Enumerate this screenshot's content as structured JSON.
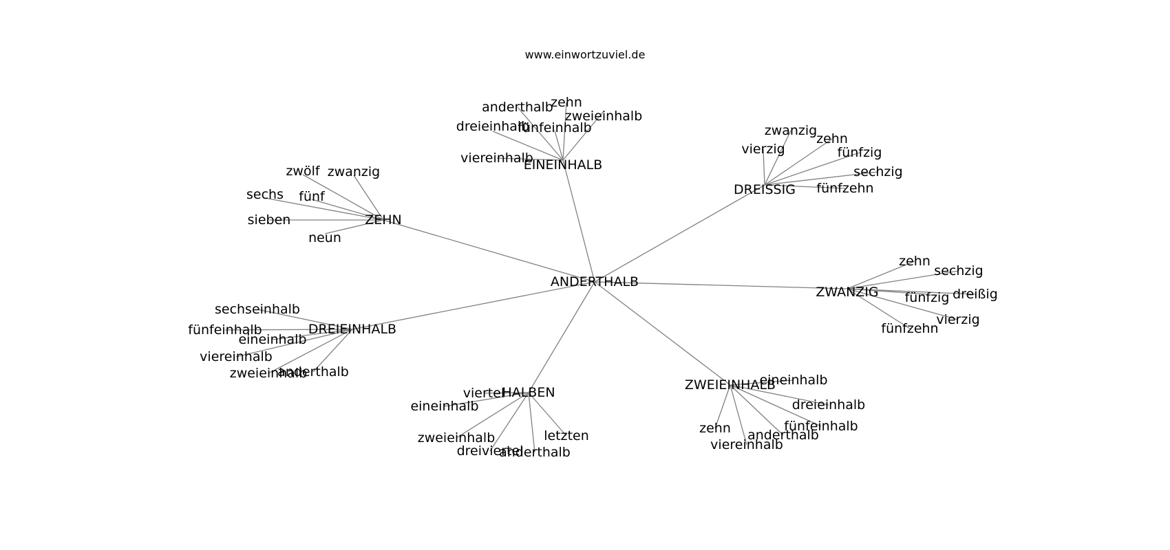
{
  "header": {
    "site": "www.einwortzuviel.de"
  },
  "graph": {
    "root": "ANDERTHALB",
    "clusters": [
      {
        "hub": "EINEINHALB",
        "words": [
          "anderthalb",
          "zehn",
          "zweieinhalb",
          "dreieinhalb",
          "fünfeinhalb",
          "viereinhalb"
        ]
      },
      {
        "hub": "DREISSIG",
        "words": [
          "zwanzig",
          "zehn",
          "vierzig",
          "fünfzig",
          "sechzig",
          "fünfzehn"
        ]
      },
      {
        "hub": "ZEHN",
        "words": [
          "zwölf",
          "zwanzig",
          "sechs",
          "fünf",
          "sieben",
          "neun"
        ]
      },
      {
        "hub": "ZWANZIG",
        "words": [
          "zehn",
          "sechzig",
          "fünfzig",
          "dreißig",
          "vierzig",
          "fünfzehn"
        ]
      },
      {
        "hub": "DREIEINHALB",
        "words": [
          "sechseinhalb",
          "fünfeinhalb",
          "eineinhalb",
          "viereinhalb",
          "zweieinhalb",
          "anderthalb"
        ]
      },
      {
        "hub": "HALBEN",
        "words": [
          "viertel",
          "eineinhalb",
          "zweieinhalb",
          "dreiviertel",
          "anderthalb",
          "letzten"
        ]
      },
      {
        "hub": "ZWEIEINHALB",
        "words": [
          "eineinhalb",
          "dreieinhalb",
          "fünfeinhalb",
          "zehn",
          "anderthalb",
          "viereinhalb"
        ]
      }
    ]
  }
}
